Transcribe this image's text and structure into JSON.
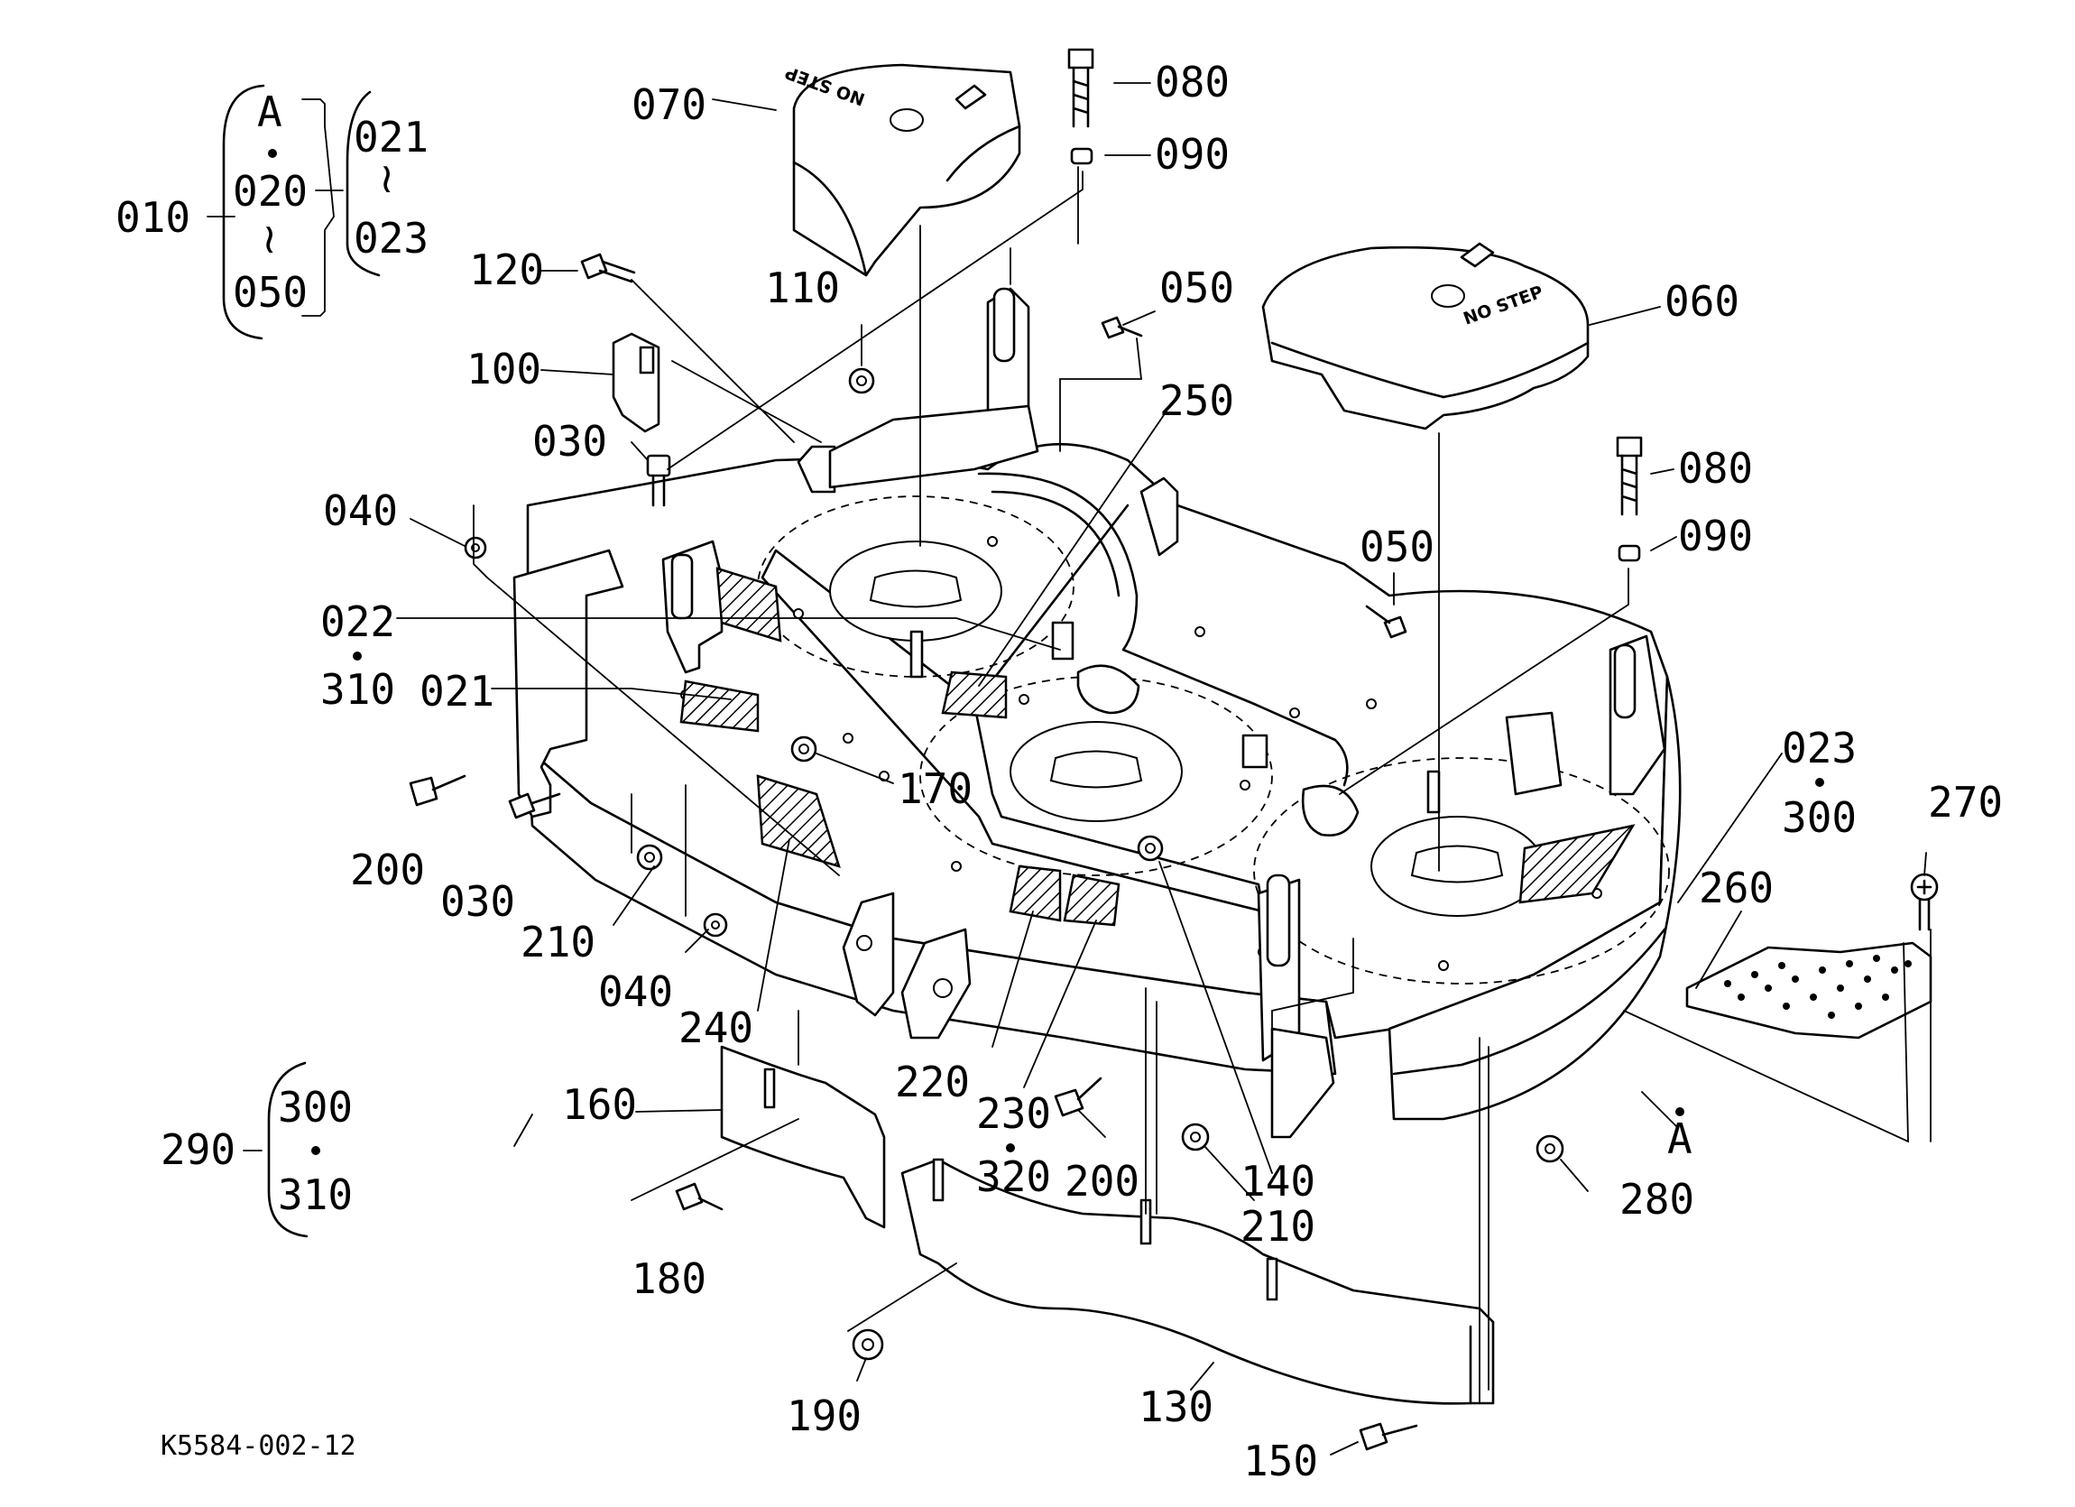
{
  "diagram_code": "K5584-002-12",
  "cover_text": "NO STEP",
  "callouts": {
    "c010": "010",
    "c020": "020",
    "c021": "021",
    "c022": "022",
    "c023": "023",
    "c030a": "030",
    "c030b": "030",
    "c040a": "040",
    "c040b": "040",
    "c050a": "050",
    "c050b": "050",
    "c060": "060",
    "c070": "070",
    "c080a": "080",
    "c080b": "080",
    "c090a": "090",
    "c090b": "090",
    "c100": "100",
    "c110": "110",
    "c120": "120",
    "c130": "130",
    "c140": "140",
    "c150": "150",
    "c160": "160",
    "c170": "170",
    "c180": "180",
    "c190": "190",
    "c200a": "200",
    "c200b": "200",
    "c210a": "210",
    "c210b": "210",
    "c220": "220",
    "c230": "230",
    "c240": "240",
    "c250": "250",
    "c260": "260",
    "c270": "270",
    "c280": "280",
    "c290": "290",
    "c300a": "300",
    "c300b": "300",
    "c310a": "310",
    "c310b": "310",
    "c320": "320"
  },
  "bracket_010": {
    "top": "A",
    "range_from": "020",
    "range_to": "050",
    "range_mark": "≀"
  },
  "bracket_020": {
    "range_from": "021",
    "range_to": "023",
    "range_mark": "≀"
  },
  "bracket_290": {
    "first": "300",
    "second": "310"
  },
  "point_marker": "A"
}
